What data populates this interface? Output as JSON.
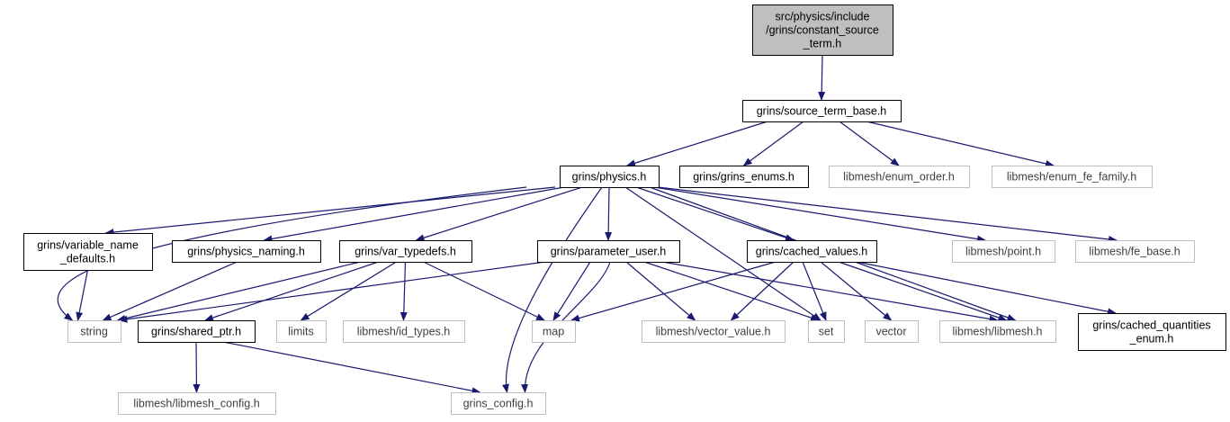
{
  "colors": {
    "edge": "#191970",
    "root_fill": "#bfbfbf",
    "root_border": "#000000",
    "documented_border": "#000000",
    "external_border": "#bfbfbf",
    "documented_text": "#000000",
    "external_text": "#404040",
    "node_fill": "#ffffff"
  },
  "nodes": [
    {
      "id": "root",
      "kind": "root",
      "lines": [
        "src/physics/include",
        "/grins/constant_source",
        "_term.h"
      ]
    },
    {
      "id": "stb",
      "kind": "documented",
      "lines": [
        "grins/source_term_base.h"
      ]
    },
    {
      "id": "physics",
      "kind": "documented",
      "lines": [
        "grins/physics.h"
      ]
    },
    {
      "id": "enums",
      "kind": "documented",
      "lines": [
        "grins/grins_enums.h"
      ]
    },
    {
      "id": "enum_order",
      "kind": "external",
      "lines": [
        "libmesh/enum_order.h"
      ]
    },
    {
      "id": "enum_fe_family",
      "kind": "external",
      "lines": [
        "libmesh/enum_fe_family.h"
      ]
    },
    {
      "id": "varname",
      "kind": "documented",
      "lines": [
        "grins/variable_name",
        "_defaults.h"
      ]
    },
    {
      "id": "pnaming",
      "kind": "documented",
      "lines": [
        "grins/physics_naming.h"
      ]
    },
    {
      "id": "vartd",
      "kind": "documented",
      "lines": [
        "grins/var_typedefs.h"
      ]
    },
    {
      "id": "puser",
      "kind": "documented",
      "lines": [
        "grins/parameter_user.h"
      ]
    },
    {
      "id": "cvalues",
      "kind": "documented",
      "lines": [
        "grins/cached_values.h"
      ]
    },
    {
      "id": "point",
      "kind": "external",
      "lines": [
        "libmesh/point.h"
      ]
    },
    {
      "id": "febase",
      "kind": "external",
      "lines": [
        "libmesh/fe_base.h"
      ]
    },
    {
      "id": "string",
      "kind": "external",
      "lines": [
        "string"
      ]
    },
    {
      "id": "sptr",
      "kind": "documented",
      "lines": [
        "grins/shared_ptr.h"
      ]
    },
    {
      "id": "limits",
      "kind": "external",
      "lines": [
        "limits"
      ]
    },
    {
      "id": "idtypes",
      "kind": "external",
      "lines": [
        "libmesh/id_types.h"
      ]
    },
    {
      "id": "map",
      "kind": "external",
      "lines": [
        "map"
      ]
    },
    {
      "id": "vecval",
      "kind": "external",
      "lines": [
        "libmesh/vector_value.h"
      ]
    },
    {
      "id": "set",
      "kind": "external",
      "lines": [
        "set"
      ]
    },
    {
      "id": "vector",
      "kind": "external",
      "lines": [
        "vector"
      ]
    },
    {
      "id": "libmesh",
      "kind": "external",
      "lines": [
        "libmesh/libmesh.h"
      ]
    },
    {
      "id": "cqenum",
      "kind": "documented",
      "lines": [
        "grins/cached_quantities",
        "_enum.h"
      ]
    },
    {
      "id": "lmconfig",
      "kind": "external",
      "lines": [
        "libmesh/libmesh_config.h"
      ]
    },
    {
      "id": "gconfig",
      "kind": "external",
      "lines": [
        "grins_config.h"
      ]
    }
  ],
  "edges": [
    [
      "root",
      "stb"
    ],
    [
      "stb",
      "physics"
    ],
    [
      "stb",
      "enums"
    ],
    [
      "stb",
      "enum_order"
    ],
    [
      "stb",
      "enum_fe_family"
    ],
    [
      "physics",
      "string"
    ],
    [
      "physics",
      "varname"
    ],
    [
      "physics",
      "pnaming"
    ],
    [
      "physics",
      "vartd"
    ],
    [
      "physics",
      "gconfig"
    ],
    [
      "physics",
      "puser"
    ],
    [
      "physics",
      "set"
    ],
    [
      "physics",
      "cvalues"
    ],
    [
      "physics",
      "libmesh"
    ],
    [
      "physics",
      "point"
    ],
    [
      "physics",
      "febase"
    ],
    [
      "varname",
      "string"
    ],
    [
      "pnaming",
      "string"
    ],
    [
      "vartd",
      "string"
    ],
    [
      "vartd",
      "sptr"
    ],
    [
      "vartd",
      "limits"
    ],
    [
      "vartd",
      "idtypes"
    ],
    [
      "vartd",
      "map"
    ],
    [
      "puser",
      "string"
    ],
    [
      "puser",
      "map"
    ],
    [
      "puser",
      "gconfig"
    ],
    [
      "puser",
      "vecval"
    ],
    [
      "puser",
      "set"
    ],
    [
      "puser",
      "libmesh"
    ],
    [
      "cvalues",
      "map"
    ],
    [
      "cvalues",
      "vecval"
    ],
    [
      "cvalues",
      "set"
    ],
    [
      "cvalues",
      "vector"
    ],
    [
      "cvalues",
      "libmesh"
    ],
    [
      "cvalues",
      "cqenum"
    ],
    [
      "sptr",
      "lmconfig"
    ],
    [
      "sptr",
      "gconfig"
    ]
  ]
}
